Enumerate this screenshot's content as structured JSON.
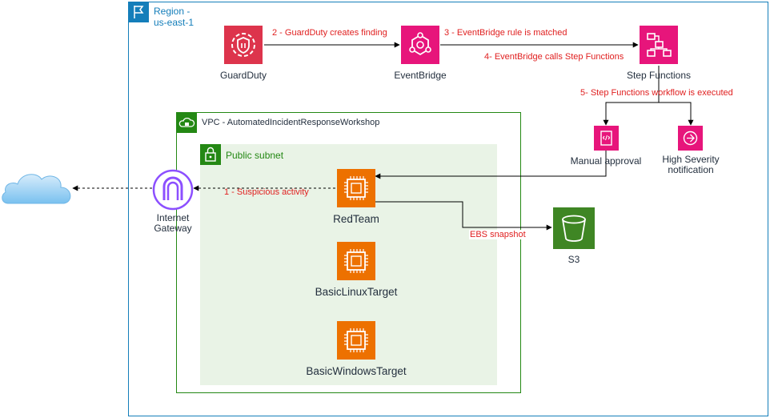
{
  "region": {
    "label_line1": "Region -",
    "label_line2": "us-east-1"
  },
  "vpc": {
    "label": "VPC - AutomatedIncidentResponseWorkshop"
  },
  "subnet": {
    "label": "Public subnet"
  },
  "nodes": {
    "guardduty": "GuardDuty",
    "eventbridge": "EventBridge",
    "step_functions": "Step Functions",
    "manual_approval": "Manual approval",
    "high_severity_line1": "High Severity",
    "high_severity_line2": "notification",
    "internet_gateway_line1": "Internet",
    "internet_gateway_line2": "Gateway",
    "redteam": "RedTeam",
    "basic_linux_target": "BasicLinuxTarget",
    "basic_windows_target": "BasicWindowsTarget",
    "s3": "S3"
  },
  "steps": {
    "step1": "1 - Suspicious activity",
    "step2": "2 - GuardDuty creates finding",
    "step3": "3 - EventBridge rule is matched",
    "step4": "4- EventBridge calls Step Functions",
    "step5": "5- Step Functions workflow is executed",
    "ebs": "EBS snapshot"
  },
  "colors": {
    "region": "#147eba",
    "vpc": "#248814",
    "subnet_fill": "#e9f3e6",
    "security_red": "#dd344c",
    "integration_pink": "#e7157b",
    "compute_orange": "#ed7100",
    "storage_green": "#3f8624",
    "network_purple": "#8c4fff",
    "annotation_red": "#e02020"
  },
  "icons": [
    "region-flag-icon",
    "vpc-cloud-lock-icon",
    "subnet-lock-icon",
    "guardduty-icon",
    "eventbridge-icon",
    "step-functions-icon",
    "manual-approval-icon",
    "high-severity-notification-icon",
    "internet-gateway-icon",
    "ec2-instance-icon",
    "s3-bucket-icon",
    "internet-cloud-icon"
  ]
}
